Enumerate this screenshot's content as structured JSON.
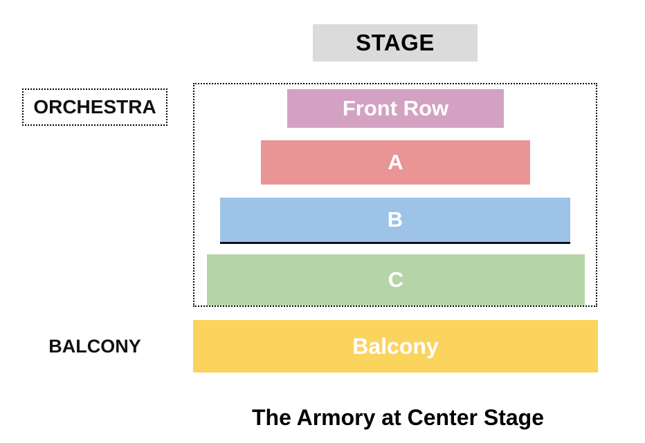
{
  "stage": {
    "label": "STAGE",
    "bg_color": "#DBDBDB"
  },
  "sections": {
    "orchestra": {
      "label": "ORCHESTRA",
      "rows": [
        {
          "label": "Front Row",
          "color": "#D3A2C2"
        },
        {
          "label": "A",
          "color": "#E99495"
        },
        {
          "label": "B",
          "color": "#9DC3E6",
          "underline_color": "#0D0D1F"
        },
        {
          "label": "C",
          "color": "#B5D5A8"
        }
      ]
    },
    "balcony": {
      "label": "BALCONY",
      "rows": [
        {
          "label": "Balcony",
          "color": "#FBD45E"
        }
      ]
    }
  },
  "title": "The Armory at Center Stage",
  "text_colors": {
    "row_label": "#FFFFFF",
    "heading": "#000000"
  }
}
